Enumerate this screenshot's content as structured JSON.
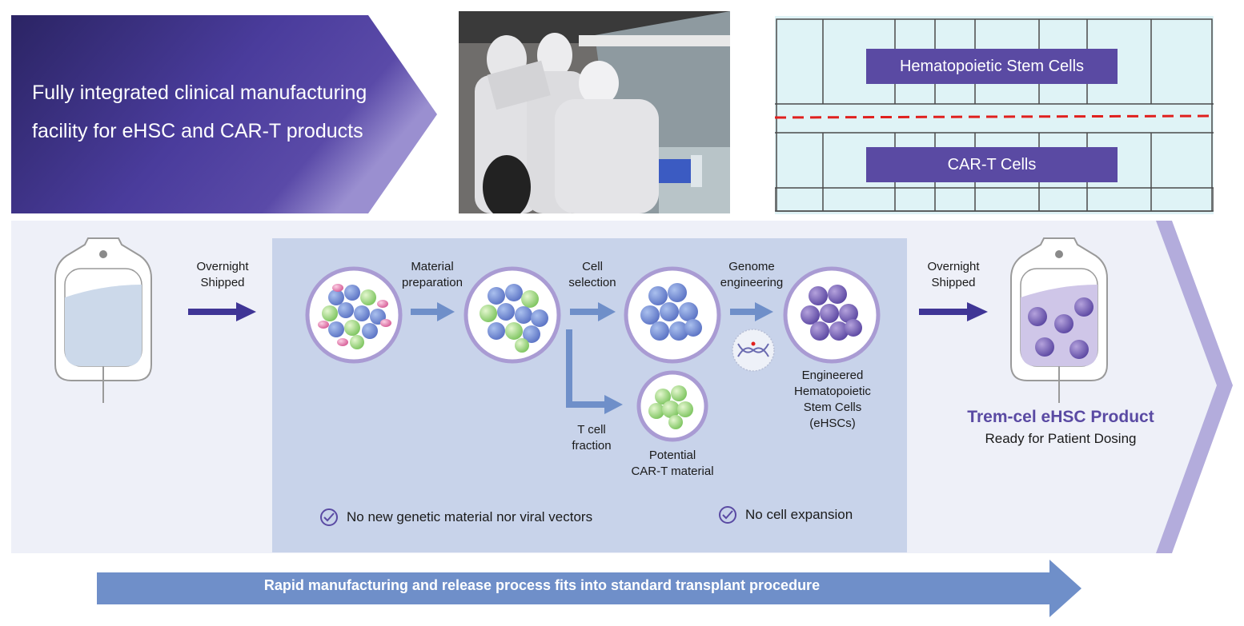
{
  "banner": {
    "line1": "Fully integrated clinical manufacturing",
    "line2": "facility for eHSC and CAR-T products"
  },
  "floorplan": {
    "top_label": "Hematopoietic Stem Cells",
    "bottom_label": "CAR-T Cells"
  },
  "process": {
    "ship_in": {
      "line1": "Overnight",
      "line2": "Shipped"
    },
    "step1": {
      "line1": "Material",
      "line2": "preparation"
    },
    "step2": {
      "line1": "Cell",
      "line2": "selection"
    },
    "step3": {
      "line1": "Genome",
      "line2": "engineering"
    },
    "tcell": {
      "line1": "T cell",
      "line2": "fraction"
    },
    "cart": {
      "line1": "Potential",
      "line2": "CAR-T material"
    },
    "ehsc": {
      "line1": "Engineered",
      "line2": "Hematopoietic",
      "line3": "Stem Cells",
      "line4": "(eHSCs)"
    },
    "ship_out": {
      "line1": "Overnight",
      "line2": "Shipped"
    },
    "product_title": "Trem-cel eHSC Product",
    "product_sub": "Ready for Patient Dosing",
    "check1": "No new genetic material nor viral vectors",
    "check2": "No cell expansion"
  },
  "footer": "Rapid manufacturing and release process fits into standard transplant procedure",
  "colors": {
    "purple": "#5a4aa3",
    "navy": "#2c2566",
    "arrow_blue": "#6f8fc9",
    "panel": "#eef0f8",
    "inner": "#c8d3ea"
  }
}
